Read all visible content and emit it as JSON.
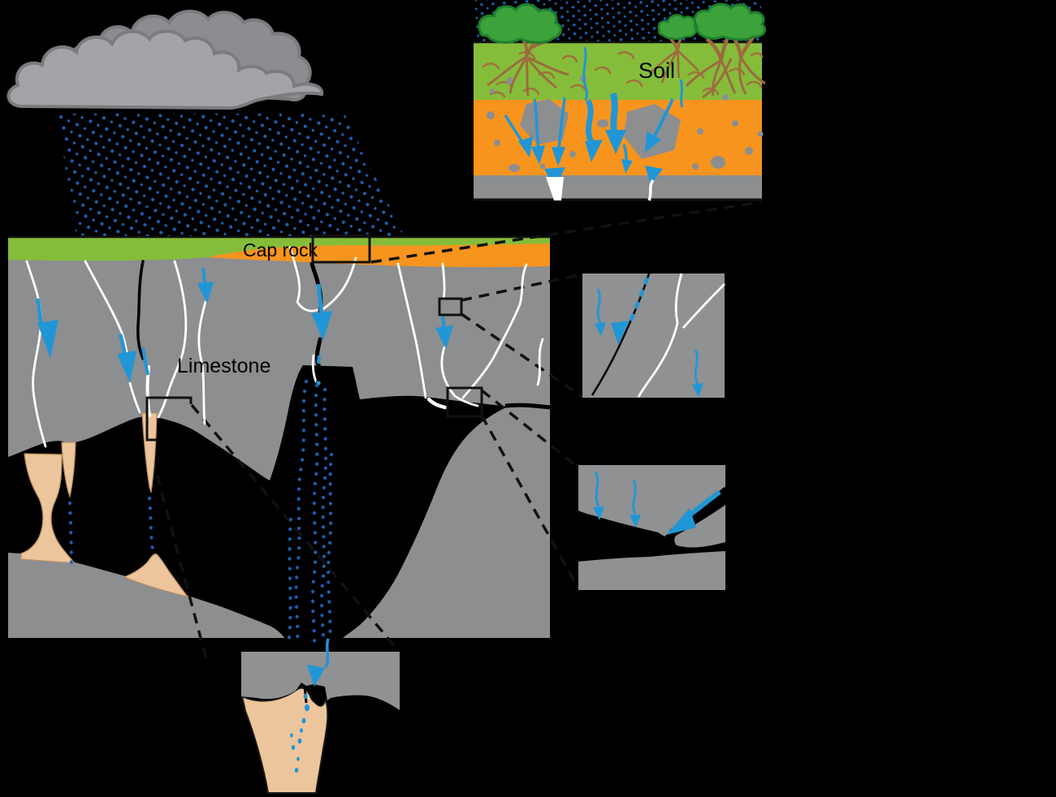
{
  "title": "Karst limestone cave formation diagram",
  "labels": {
    "cap_rock": "Cap rock",
    "limestone": "Limestone",
    "soil": "Soil"
  },
  "colors": {
    "background": "#000000",
    "soil_green": "#85bd3a",
    "cap_rock_orange": "#f7941e",
    "limestone_gray": "#8c8e90",
    "inset_gray": "#8f9193",
    "cloud_front": "#a2a4a7",
    "cloud_back": "#8b8d90",
    "cloud_outline": "#7a7c7f",
    "water_blue": "#2196d6",
    "rain_blue": "#1b5fb0",
    "crack_white": "#ffffff",
    "flowstone_tan": "#edc59c",
    "tree_green": "#3da13c",
    "tree_outline": "#1e7f2e",
    "trunk_brown": "#9c6b3f",
    "organic_brown": "#a1713f",
    "callout_black": "#111111"
  }
}
